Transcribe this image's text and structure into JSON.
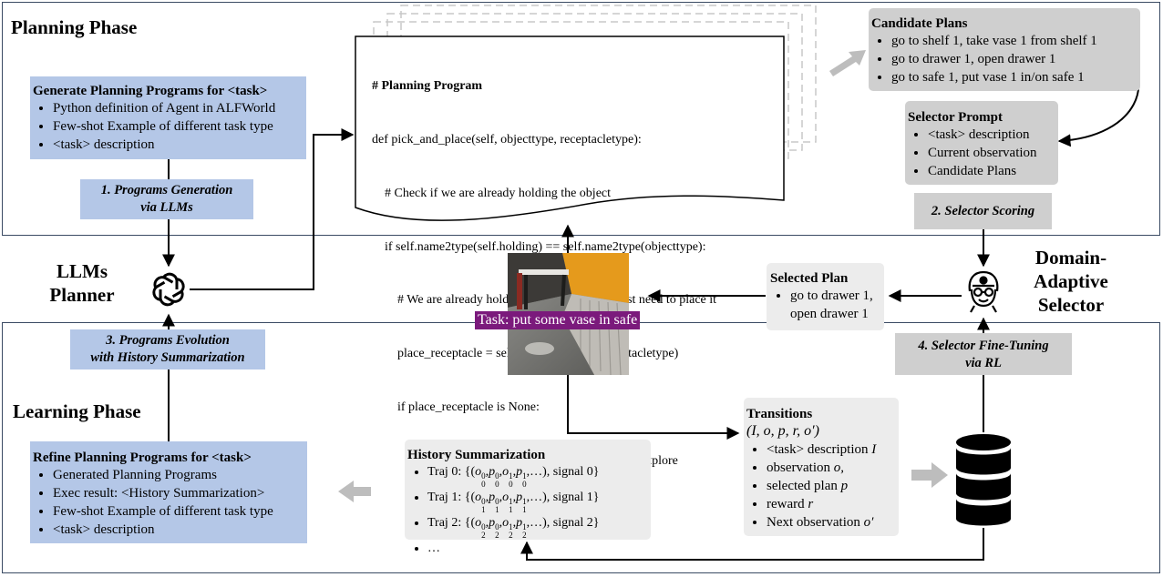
{
  "planning_phase": {
    "title": "Planning Phase"
  },
  "learning_phase": {
    "title": "Learning Phase"
  },
  "generate_box": {
    "title": "Generate Planning Programs for <task>",
    "items": [
      "Python definition of Agent in ALFWorld",
      "Few-shot Example of different task type",
      "<task> description"
    ]
  },
  "step1": {
    "line1": "1. Programs Generation",
    "line2": "via LLMs"
  },
  "step2": {
    "label": "2. Selector Scoring"
  },
  "step3": {
    "line1": "3. Programs Evolution",
    "line2": "with History Summarization"
  },
  "step4": {
    "line1": "4. Selector Fine-Tuning",
    "line2": "via RL"
  },
  "program": {
    "lines": [
      "# Planning Program",
      "def pick_and_place(self, objecttype, receptacletype):",
      "    # Check if we are already holding the object",
      "    if self.name2type(self.holding) == self.name2type(objecttype):",
      "        # We are already holding the object, so we just need to place it",
      "        place_receptacle = self.find_receptacle(receptacletype)",
      "        if place_receptacle is None:",
      "            # We can't find the receptacle, so we need to explore",
      "            ..."
    ]
  },
  "candidate_plans": {
    "title": "Candidate Plans",
    "items": [
      "go to shelf 1, take vase 1 from shelf 1",
      "go to drawer 1, open drawer 1",
      "go to safe 1, put vase 1 in/on safe 1"
    ]
  },
  "selector_prompt": {
    "title": "Selector Prompt",
    "items": [
      "<task> description",
      "Current observation",
      "Candidate Plans"
    ]
  },
  "llm_planner": {
    "line1": "LLMs",
    "line2": "Planner"
  },
  "selector": {
    "line1": "Domain-",
    "line2": "Adaptive",
    "line3": "Selector"
  },
  "selected_plan": {
    "title": "Selected Plan",
    "line1": "go to drawer 1,",
    "line2": "open drawer 1"
  },
  "task": {
    "label": "Task: put some vase in safe"
  },
  "history": {
    "title": "History Summarization",
    "items": [
      {
        "prefix": "Traj 0: ",
        "idx": "0",
        "signal": "signal 0"
      },
      {
        "prefix": "Traj 1: ",
        "idx": "1",
        "signal": "signal 1"
      },
      {
        "prefix": "Traj 2: ",
        "idx": "2",
        "signal": "signal 2"
      }
    ],
    "ellipsis": "…"
  },
  "transitions": {
    "title": "Transitions",
    "tuple": "(I, o, p, r, o′)",
    "items": [
      {
        "text": "<task> description ",
        "sym": "I"
      },
      {
        "text": "observation ",
        "sym": "o,"
      },
      {
        "text": "selected plan ",
        "sym": "p"
      },
      {
        "text": "reward ",
        "sym": "r"
      },
      {
        "text": "Next observation ",
        "sym": "o′"
      }
    ]
  },
  "refine_box": {
    "title": "Refine Planning Programs for <task>",
    "items": [
      "Generated Planning Programs",
      "Exec result: <History Summarization>",
      "Few-shot Example of different task type",
      "<task> description"
    ]
  },
  "colors": {
    "blue_box": "#b4c7e7",
    "light_gray": "#ececec",
    "dark_gray": "#cfcfcf",
    "task_banner": "#7b1a7c",
    "frame": "#3a4a63"
  }
}
